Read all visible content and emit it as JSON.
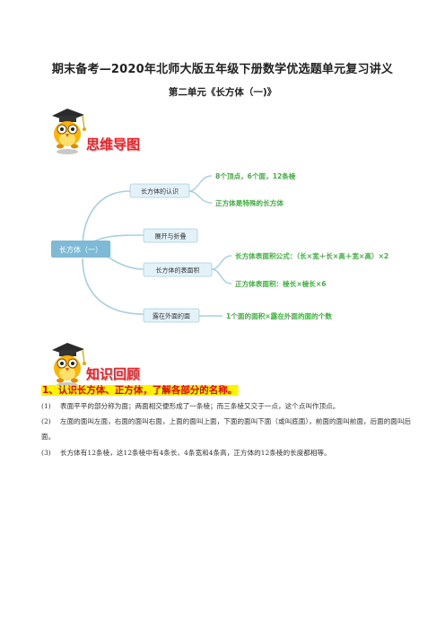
{
  "doc": {
    "title": "期末备考—2020年北师大版五年级下册数学优选题单元复习讲义",
    "subtitle": "第二单元《长方体（一)》"
  },
  "section1": {
    "title": "思维导图"
  },
  "mindmap": {
    "root": "长方体（一）",
    "branches": [
      {
        "label": "长方体的认识",
        "leaves": [
          "8个顶点，6个面，12条棱",
          "正方体是特殊的长方体"
        ]
      },
      {
        "label": "展开与折叠",
        "leaves": []
      },
      {
        "label": "长方体的表面积",
        "leaves": [
          "长方体表面积公式：（长×宽＋长×高＋宽×高）×2",
          "正方体表面积：棱长×棱长×6"
        ]
      },
      {
        "label": "露在外面的面",
        "leaves": [
          "1个面的面积×露在外面的面的个数"
        ]
      }
    ],
    "colors": {
      "line": "#a6cfe2",
      "node_fill": "#e3f1f8",
      "root_fill": "#7ebad6",
      "leaf_text": "#3faf3f"
    }
  },
  "section2": {
    "title": "知识回顾"
  },
  "heading1": "1、认识长方体、正方体，了解各部分的名称。",
  "paragraphs": [
    {
      "num": "(1)",
      "text": "表面平平的部分称为面；两面相交便形成了一条棱；而三条棱又交于一点，这个点叫作顶点。"
    },
    {
      "num": "(2)",
      "text": "左面的面叫左面，右面的面叫右面，上面的面叫上面，下面的面叫下面（或叫底面），前面的面叫前面，后面的面叫后面。"
    },
    {
      "num": "(3)",
      "text": "长方体有12条棱，这12条棱中有4条长、4条宽和4条高，正方体的12条棱的长度都相等。"
    }
  ]
}
